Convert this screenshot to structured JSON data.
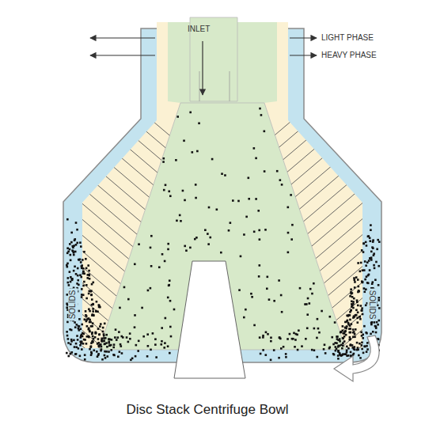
{
  "diagram": {
    "caption": "Disc Stack Centrifuge Bowl",
    "labels": [
      "INLET",
      "LIGHT PHASE",
      "HEAVY PHASE",
      "SOLIDS",
      "SOLIDS"
    ]
  }
}
